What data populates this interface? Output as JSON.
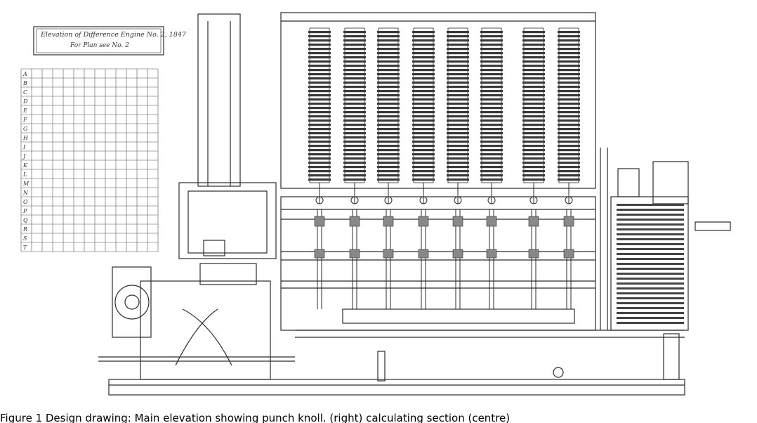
{
  "drawing": {
    "title_line1": "Elevation of Difference Engine No. 2, 1847",
    "title_line2": "For Plan see No. 2"
  },
  "caption": "Figure 1 Design drawing: Main elevation showing punch knoll. (right) calculating section (centre)",
  "table": {
    "row_labels": [
      "A",
      "B",
      "C",
      "D",
      "E",
      "F",
      "G",
      "H",
      "I",
      "J",
      "K",
      "L",
      "M",
      "N",
      "O",
      "P",
      "Q",
      "R",
      "S",
      "T"
    ]
  },
  "colors": {
    "ink": "#2b2b2b",
    "paper": "#ffffff"
  }
}
